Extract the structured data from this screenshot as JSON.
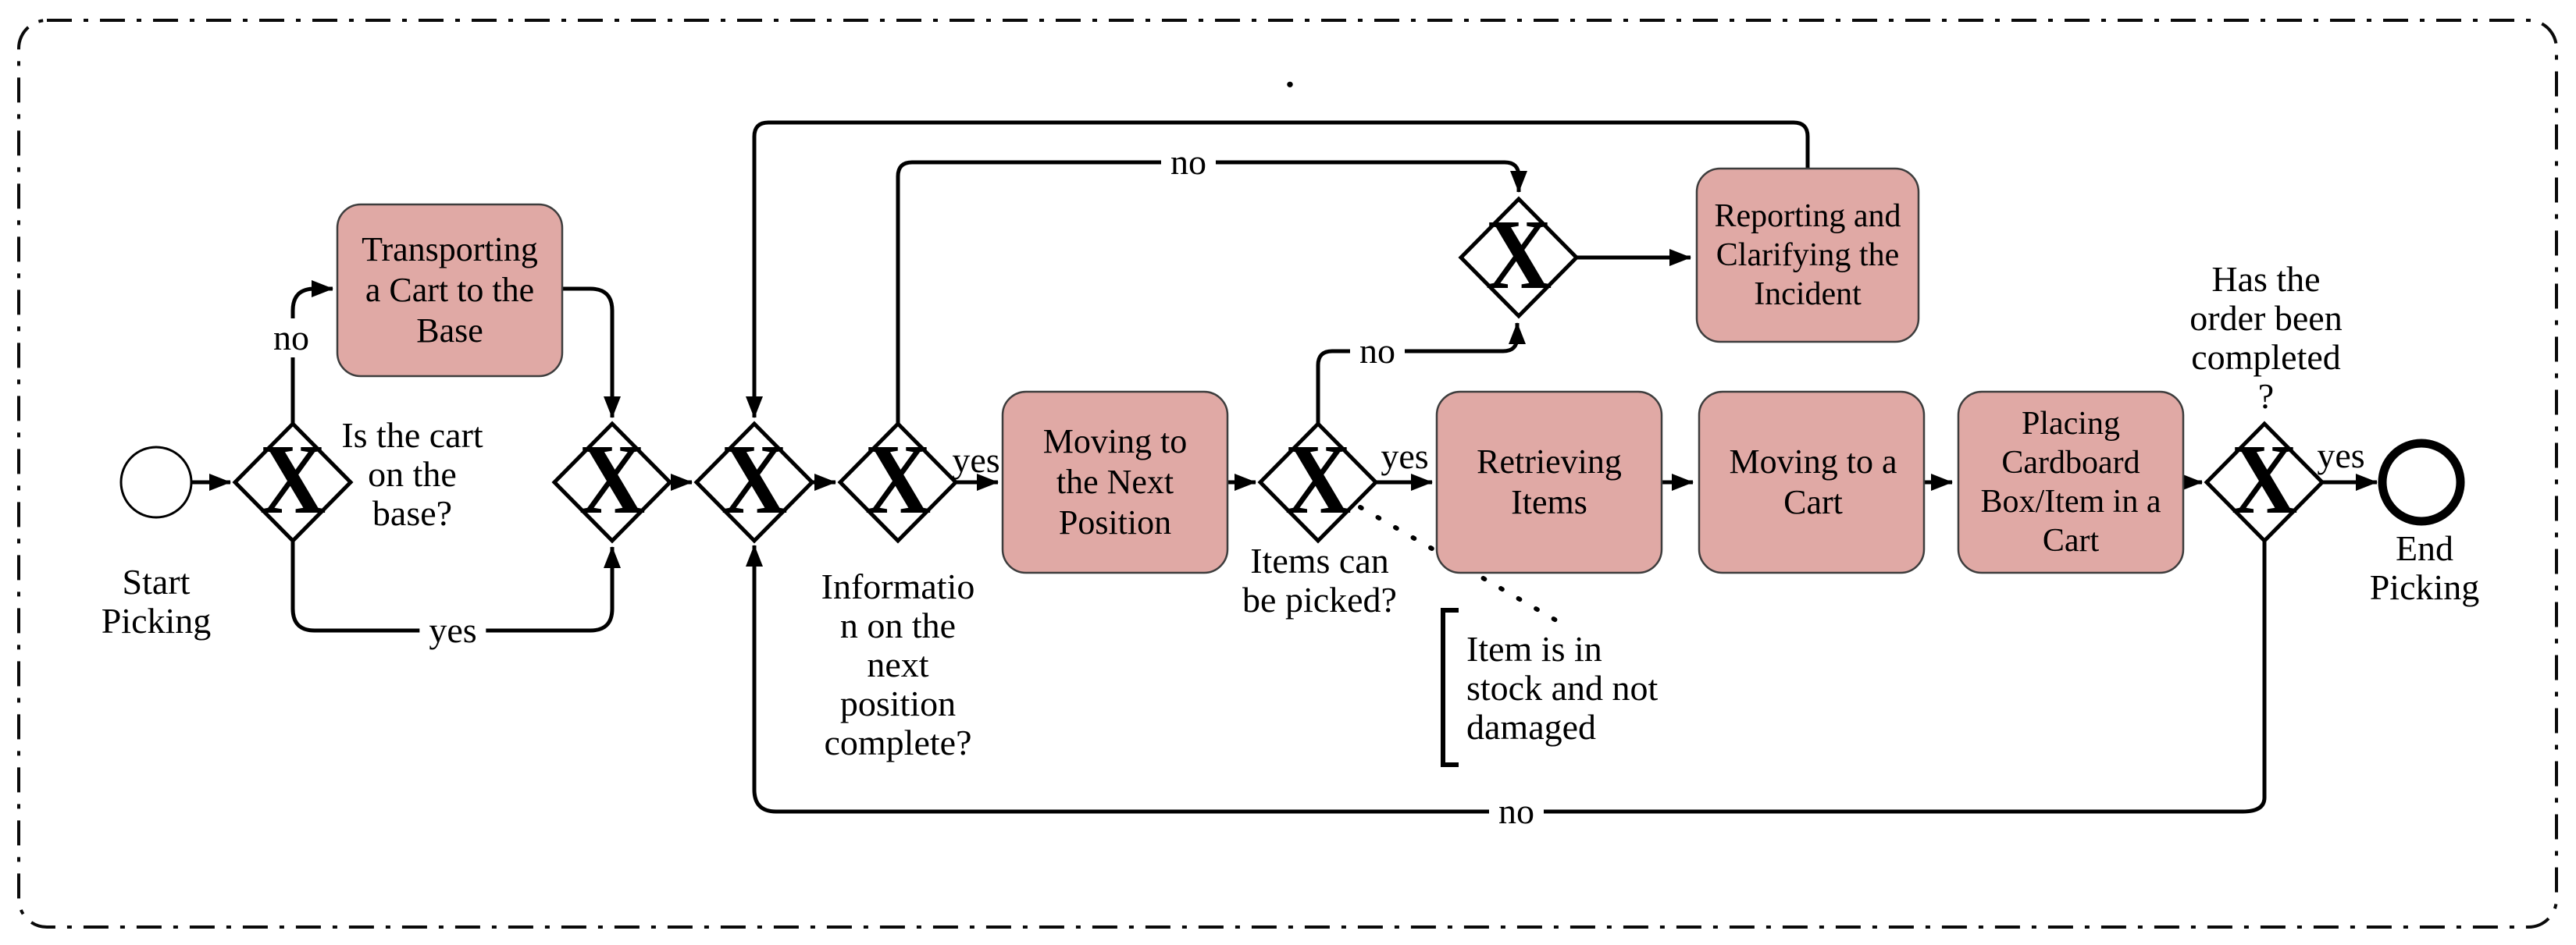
{
  "colors": {
    "task_fill": "#e0a9a5",
    "task_border": "#3d3d3d",
    "line": "#000000"
  },
  "process": {
    "stray_mark": ".",
    "start_event": {
      "label": "Start\nPicking"
    },
    "end_event": {
      "label": "End\nPicking"
    },
    "tasks": [
      {
        "id": "transporting",
        "label": "Transporting\na Cart to the\nBase"
      },
      {
        "id": "moving-next",
        "label": "Moving to\nthe Next\nPosition"
      },
      {
        "id": "retrieving",
        "label": "Retrieving\nItems"
      },
      {
        "id": "moving-cart",
        "label": "Moving to a\nCart"
      },
      {
        "id": "placing",
        "label": "Placing\nCardboard\nBox/Item in a\nCart"
      },
      {
        "id": "reporting",
        "label": "Reporting and\nClarifying the\nIncident"
      }
    ],
    "gateways": [
      {
        "id": "cart-on-base",
        "symbol": "X",
        "question": "Is the cart\non the\nbase?"
      },
      {
        "id": "merge-return",
        "symbol": "X",
        "question": ""
      },
      {
        "id": "merge-loop",
        "symbol": "X",
        "question": ""
      },
      {
        "id": "info-complete",
        "symbol": "X",
        "question": "Informatio\nn on the\nnext\nposition\ncomplete?"
      },
      {
        "id": "items-picked",
        "symbol": "X",
        "question": "Items can\nbe picked?"
      },
      {
        "id": "incident-merge",
        "symbol": "X",
        "question": ""
      },
      {
        "id": "order-complete",
        "symbol": "X",
        "question": "Has the\norder been\ncompleted\n?"
      }
    ],
    "edge_labels": {
      "cart_no": "no",
      "cart_yes": "yes",
      "info_yes": "yes",
      "info_no": "no",
      "picked_yes": "yes",
      "picked_no": "no",
      "order_yes": "yes",
      "order_no": "no"
    },
    "annotation": {
      "text": "Item is in\nstock and not\ndamaged"
    }
  }
}
